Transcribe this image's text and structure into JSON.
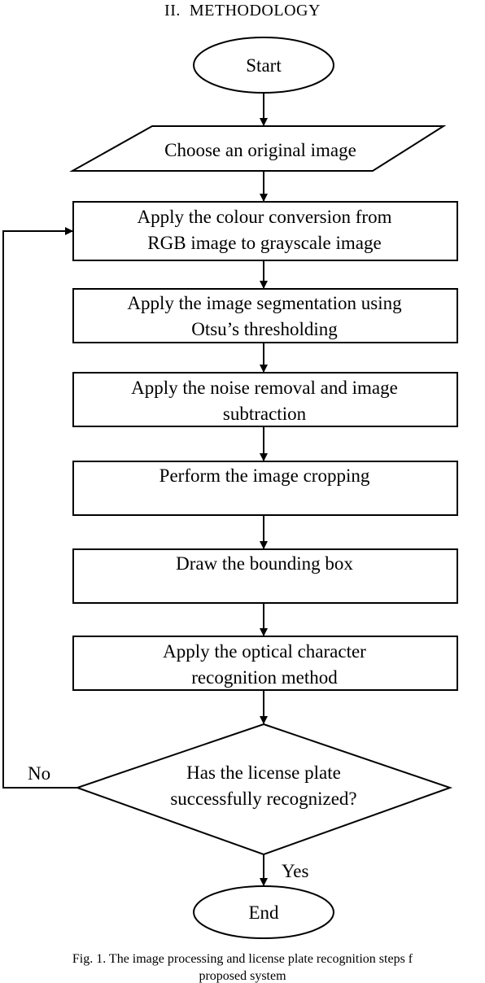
{
  "section_heading": {
    "numeral": "II.",
    "title_first": "M",
    "title_rest": "ETHODOLOGY"
  },
  "flowchart": {
    "start": "Start",
    "input": "Choose an original image",
    "steps": [
      [
        "Apply the colour conversion from",
        "RGB image to grayscale image"
      ],
      [
        "Apply the image segmentation using",
        "Otsu’s thresholding"
      ],
      [
        "Apply the noise removal and image",
        "subtraction"
      ],
      [
        "Perform the image cropping"
      ],
      [
        "Draw the bounding box"
      ],
      [
        "Apply the optical character",
        "recognition method"
      ]
    ],
    "decision": [
      "Has the license plate",
      "successfully recognized?"
    ],
    "no_label": "No",
    "yes_label": "Yes",
    "end": "End"
  },
  "caption": {
    "line1": "Fig. 1.   The image processing and license plate recognition steps f",
    "line2": "proposed system"
  }
}
